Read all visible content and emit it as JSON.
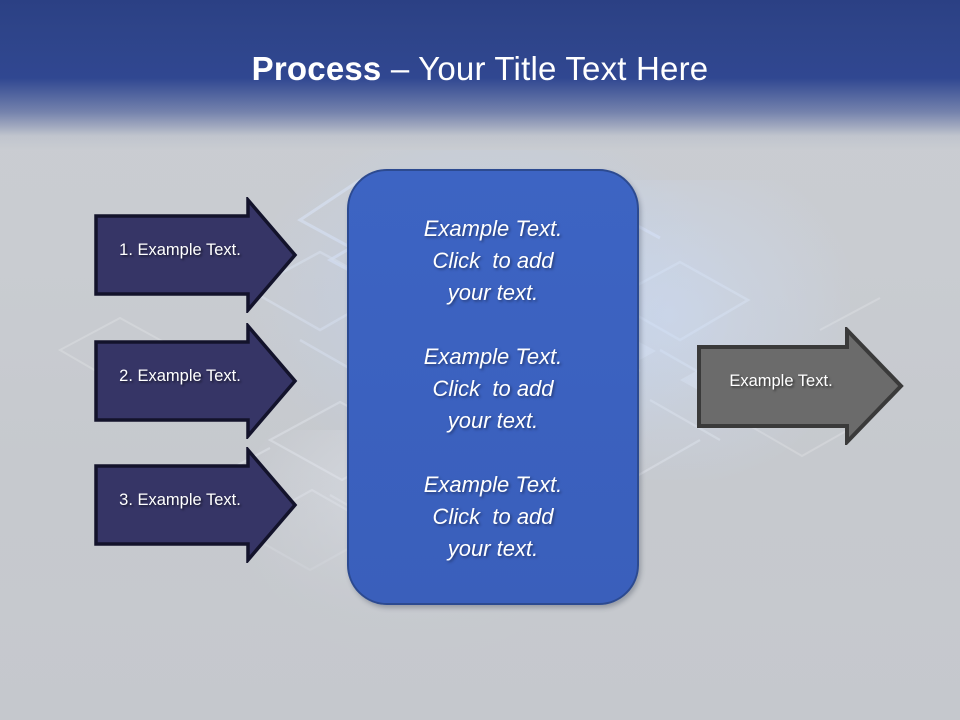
{
  "slide": {
    "background_color": "#c6c9ce",
    "header_color": "#2e4489",
    "accent_color": "#3b61bf",
    "arrow_color": "#363566",
    "arrow_gray_color": "#6b6b6b"
  },
  "header": {
    "title_bold": "Process",
    "title_rest": " – Your Title Text Here"
  },
  "left_arrows": [
    {
      "label": "1. Example Text."
    },
    {
      "label": "2. Example Text."
    },
    {
      "label": "3. Example Text."
    }
  ],
  "center_box": {
    "blocks": [
      {
        "line1": "Example Text.",
        "line2": "Click  to add",
        "line3": "your text."
      },
      {
        "line1": "Example Text.",
        "line2": "Click  to add",
        "line3": "your text."
      },
      {
        "line1": "Example Text.",
        "line2": "Click  to add",
        "line3": "your text."
      }
    ]
  },
  "right_arrow": {
    "label": "Example Text."
  }
}
